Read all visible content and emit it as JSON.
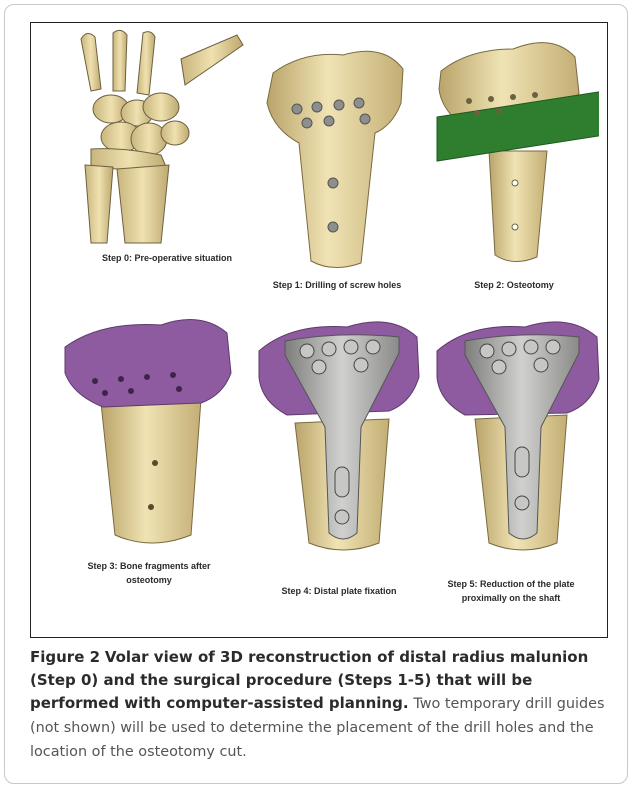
{
  "figure": {
    "panels": [
      {
        "id": "step0",
        "caption": "Step 0: Pre-operative situation"
      },
      {
        "id": "step1",
        "caption": "Step 1: Drilling of screw holes"
      },
      {
        "id": "step2",
        "caption": "Step 2: Osteotomy"
      },
      {
        "id": "step3",
        "caption_line1": "Step 3: Bone fragments after",
        "caption_line2": "osteotomy"
      },
      {
        "id": "step4",
        "caption": "Step 4: Distal plate fixation"
      },
      {
        "id": "step5",
        "caption_line1": "Step 5: Reduction of the plate",
        "caption_line2": "proximally on the shaft"
      }
    ],
    "colors": {
      "bone": "#e6d6a2",
      "bone_shade": "#b9a46a",
      "fragment": "#8e5aa0",
      "osteotomy_plane": "#2f7d2f",
      "plate": "#a9aaa8"
    }
  },
  "caption": {
    "label": "Figure 2",
    "title": "Volar view of 3D reconstruction of distal radius malunion (Step 0) and the surgical procedure (Steps 1-5) that will be performed with computer-assisted planning",
    "body": "Two temporary drill guides (not shown) will be used to determine the placement of the drill holes and the location of the osteotomy cut."
  }
}
